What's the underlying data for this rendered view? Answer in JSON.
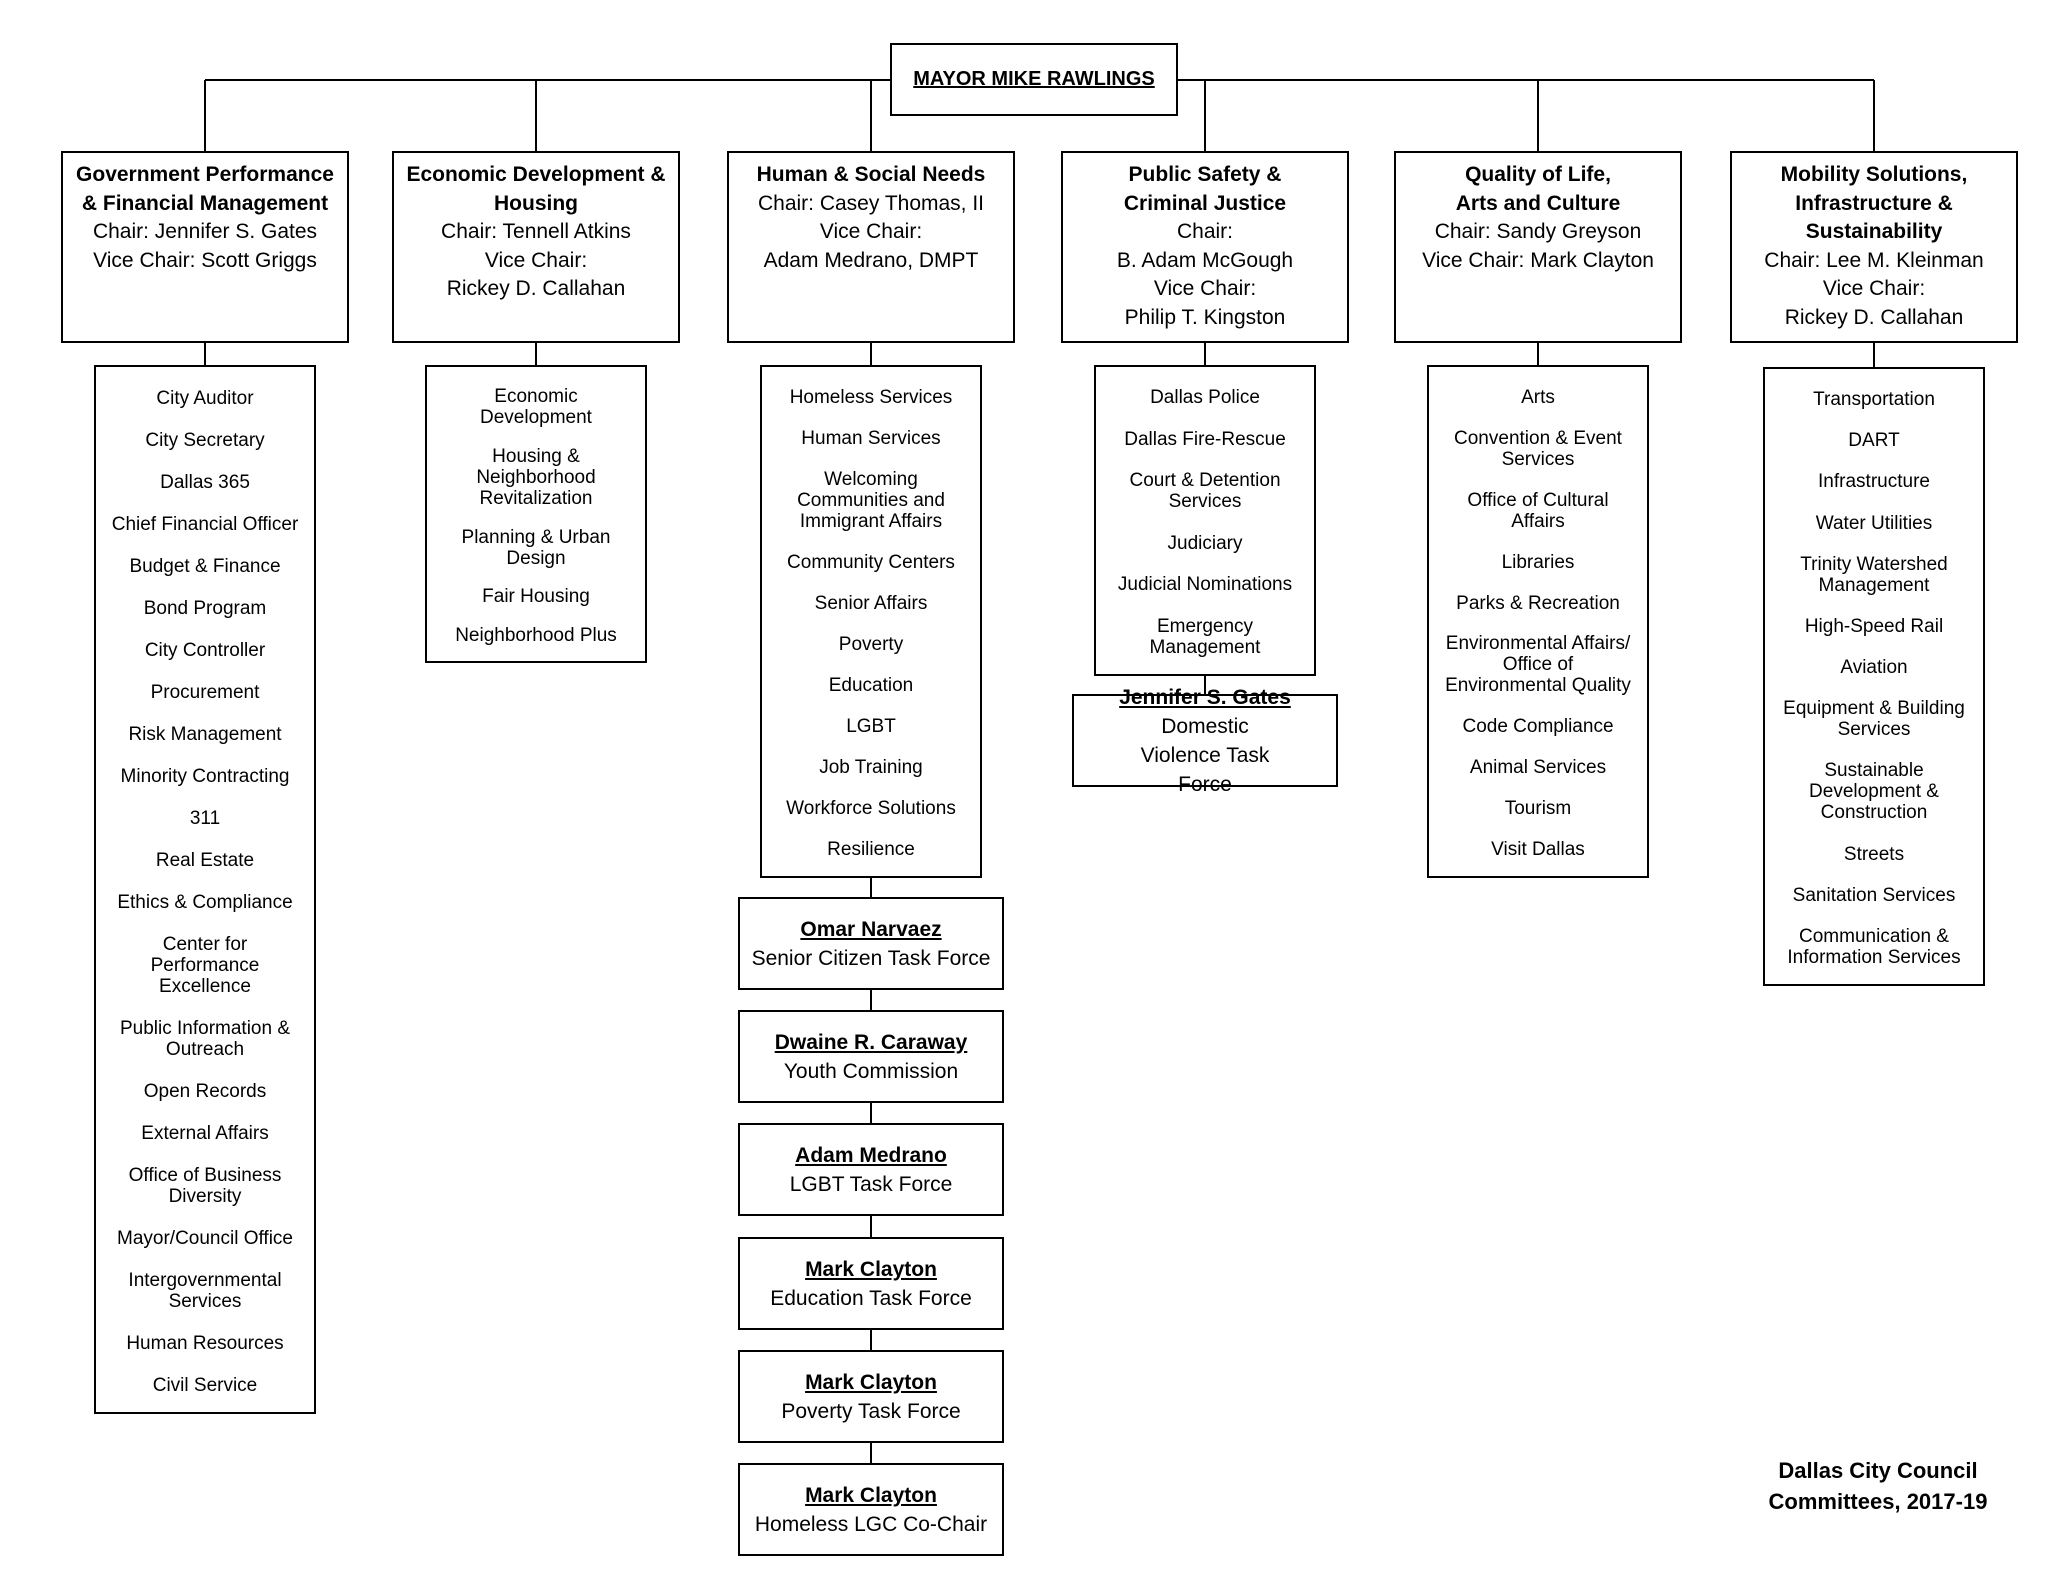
{
  "mayor": "MAYOR MIKE RAWLINGS",
  "committees": [
    {
      "name_lines": [
        "Government Performance",
        "& Financial Management"
      ],
      "chair_lines": [
        "Chair: Jennifer S. Gates"
      ],
      "vice_lines": [
        "Vice Chair: Scott Griggs"
      ],
      "departments": [
        [
          "City Auditor"
        ],
        [
          "City Secretary"
        ],
        [
          "Dallas 365"
        ],
        [
          "Chief Financial Officer"
        ],
        [
          "Budget & Finance"
        ],
        [
          "Bond Program"
        ],
        [
          "City Controller"
        ],
        [
          "Procurement"
        ],
        [
          "Risk Management"
        ],
        [
          "Minority Contracting"
        ],
        [
          "311"
        ],
        [
          "Real Estate"
        ],
        [
          "Ethics & Compliance"
        ],
        [
          "Center for",
          "Performance",
          "Excellence"
        ],
        [
          "Public Information &",
          "Outreach"
        ],
        [
          "Open Records"
        ],
        [
          "External Affairs"
        ],
        [
          "Office of Business",
          "Diversity"
        ],
        [
          "Mayor/Council Office"
        ],
        [
          "Intergovernmental",
          "Services"
        ],
        [
          "Human Resources"
        ],
        [
          "Civil Service"
        ]
      ],
      "task_forces": []
    },
    {
      "name_lines": [
        "Economic Development &",
        "Housing"
      ],
      "chair_lines": [
        "Chair: Tennell Atkins"
      ],
      "vice_lines": [
        "Vice Chair:",
        "Rickey D. Callahan"
      ],
      "departments": [
        [
          "Economic",
          "Development"
        ],
        [
          "Housing &",
          "Neighborhood",
          "Revitalization"
        ],
        [
          "Planning & Urban",
          "Design"
        ],
        [
          "Fair Housing"
        ],
        [
          "Neighborhood Plus"
        ]
      ],
      "task_forces": []
    },
    {
      "name_lines": [
        "Human & Social Needs"
      ],
      "chair_lines": [
        "Chair: Casey Thomas, II"
      ],
      "vice_lines": [
        "Vice Chair:",
        "Adam Medrano, DMPT"
      ],
      "departments": [
        [
          "Homeless Services"
        ],
        [
          "Human Services"
        ],
        [
          "Welcoming",
          "Communities and",
          "Immigrant Affairs"
        ],
        [
          "Community Centers"
        ],
        [
          "Senior Affairs"
        ],
        [
          "Poverty"
        ],
        [
          "Education"
        ],
        [
          "LGBT"
        ],
        [
          "Job Training"
        ],
        [
          "Workforce Solutions"
        ],
        [
          "Resilience"
        ]
      ],
      "task_forces": [
        {
          "person": "Omar Narvaez",
          "role": "Senior Citizen Task Force"
        },
        {
          "person": "Dwaine R. Caraway",
          "role": "Youth Commission"
        },
        {
          "person": "Adam Medrano",
          "role": "LGBT Task Force"
        },
        {
          "person": "Mark Clayton",
          "role": "Education Task Force"
        },
        {
          "person": "Mark Clayton",
          "role": "Poverty Task Force"
        },
        {
          "person": "Mark Clayton",
          "role": "Homeless LGC Co-Chair"
        }
      ]
    },
    {
      "name_lines": [
        "Public Safety &",
        "Criminal Justice"
      ],
      "chair_lines": [
        "Chair:",
        "B. Adam McGough"
      ],
      "vice_lines": [
        "Vice Chair:",
        "Philip T. Kingston"
      ],
      "departments": [
        [
          "Dallas Police"
        ],
        [
          "Dallas Fire-Rescue"
        ],
        [
          "Court & Detention",
          "Services"
        ],
        [
          "Judiciary"
        ],
        [
          "Judicial Nominations"
        ],
        [
          "Emergency",
          "Management"
        ]
      ],
      "task_forces": [
        {
          "person": "Jennifer S. Gates",
          "role": "Domestic Violence Task Force"
        }
      ]
    },
    {
      "name_lines": [
        "Quality of Life,",
        "Arts and Culture"
      ],
      "chair_lines": [
        "Chair: Sandy Greyson"
      ],
      "vice_lines": [
        "Vice Chair: Mark Clayton"
      ],
      "departments": [
        [
          "Arts"
        ],
        [
          "Convention & Event",
          "Services"
        ],
        [
          "Office of Cultural",
          "Affairs"
        ],
        [
          "Libraries"
        ],
        [
          "Parks & Recreation"
        ],
        [
          "Environmental Affairs/",
          "Office of",
          "Environmental Quality"
        ],
        [
          "Code Compliance"
        ],
        [
          "Animal Services"
        ],
        [
          "Tourism"
        ],
        [
          "Visit Dallas"
        ]
      ],
      "task_forces": []
    },
    {
      "name_lines": [
        "Mobility Solutions,",
        "Infrastructure &",
        "Sustainability"
      ],
      "chair_lines": [
        "Chair: Lee M. Kleinman"
      ],
      "vice_lines": [
        "Vice Chair:",
        "Rickey D. Callahan"
      ],
      "departments": [
        [
          "Transportation"
        ],
        [
          "DART"
        ],
        [
          "Infrastructure"
        ],
        [
          "Water Utilities"
        ],
        [
          "Trinity Watershed",
          "Management"
        ],
        [
          "High-Speed Rail"
        ],
        [
          "Aviation"
        ],
        [
          "Equipment & Building",
          "Services"
        ],
        [
          "Sustainable",
          "Development &",
          "Construction"
        ],
        [
          "Streets"
        ],
        [
          "Sanitation Services"
        ],
        [
          "Communication &",
          "Information Services"
        ]
      ],
      "task_forces": []
    }
  ],
  "footer": {
    "line1": "Dallas City Council",
    "line2": "Committees, 2017-19"
  }
}
